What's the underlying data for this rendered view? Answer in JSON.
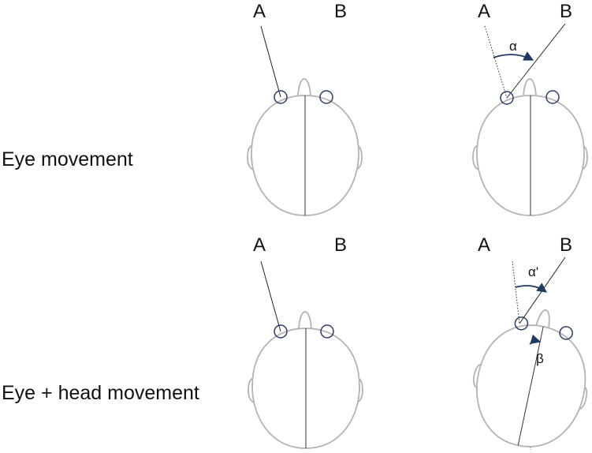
{
  "rows": [
    {
      "label": "Eye movement"
    },
    {
      "label": "Eye + head movement"
    }
  ],
  "panels": [
    {
      "target_a": "A",
      "target_b": "B",
      "angle_label": ""
    },
    {
      "target_a": "A",
      "target_b": "B",
      "angle_label": "α"
    },
    {
      "target_a": "A",
      "target_b": "B",
      "angle_label": ""
    },
    {
      "target_a": "A",
      "target_b": "B",
      "angle_label": "α'",
      "head_angle_label": "β"
    }
  ],
  "colors": {
    "head_outline": "#b3b3b3",
    "eye": "#2c3e63",
    "line": "#222222",
    "arrow": "#1f3a5f"
  }
}
